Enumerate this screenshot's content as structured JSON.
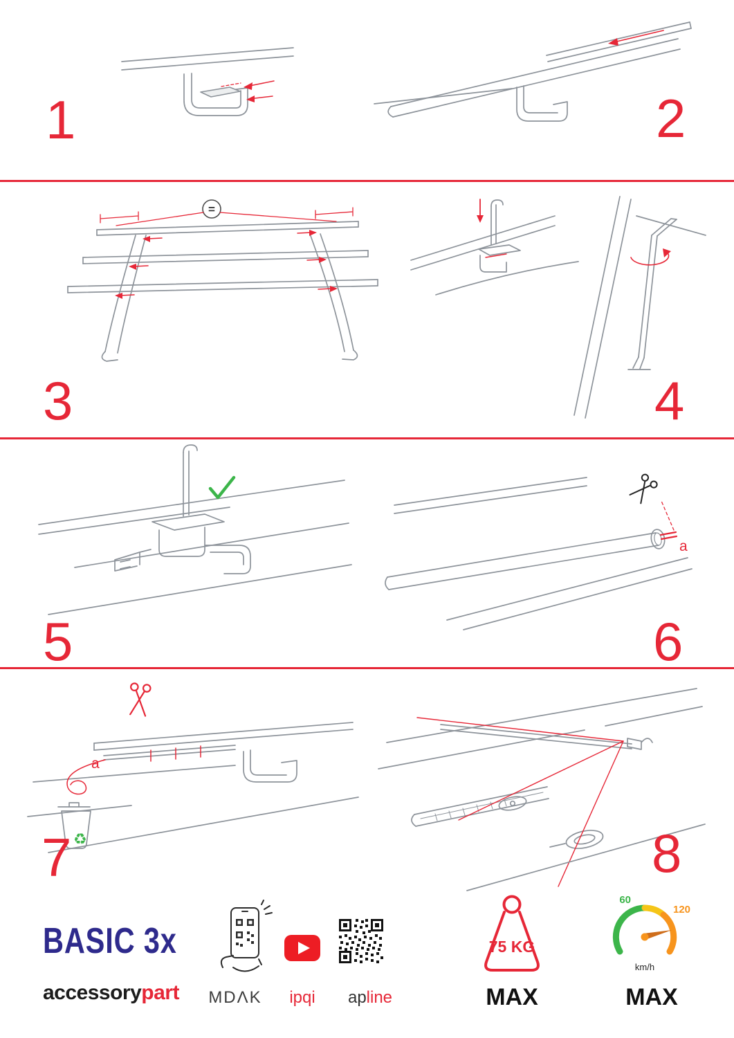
{
  "colors": {
    "accent_red": "#e62737",
    "brand_navy": "#2e2a8c",
    "check_green": "#3cb54a",
    "gauge_orange": "#f7941d"
  },
  "steps": {
    "s1": {
      "number": "1"
    },
    "s2": {
      "number": "2"
    },
    "s3": {
      "number": "3",
      "equal": "="
    },
    "s4": {
      "number": "4"
    },
    "s5": {
      "number": "5"
    },
    "s6": {
      "number": "6",
      "cut_label": "a"
    },
    "s7": {
      "number": "7",
      "cut_label": "a",
      "recycle_icon": "♻"
    },
    "s8": {
      "number": "8"
    }
  },
  "footer": {
    "brand_title": "BASIC 3x",
    "brand_sub_black": "accessory",
    "brand_sub_red": "part",
    "mdak": "MDΛK",
    "ipqi": "ipqi",
    "apline_black": "ap",
    "apline_red": "line",
    "weight_value": "75 KG",
    "weight_max_label": "MAX",
    "speed_min": "60",
    "speed_max_value": "120",
    "speed_unit": "km/h",
    "speed_max_label": "MAX"
  }
}
